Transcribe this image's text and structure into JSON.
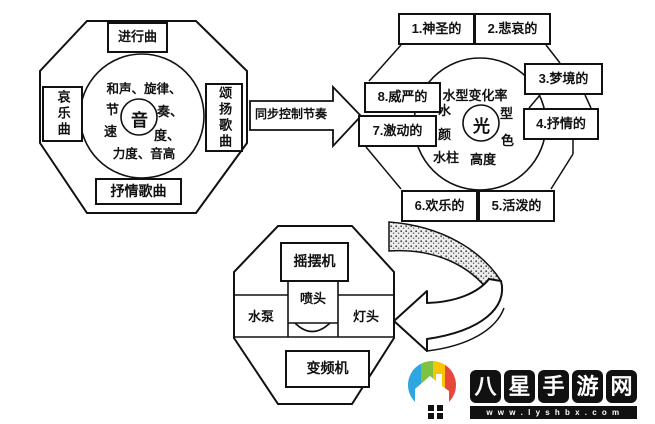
{
  "diagram": {
    "music_wheel": {
      "center_label": "音",
      "genre_top": "进行曲",
      "genre_left": "哀乐曲",
      "genre_right": "颂扬歌曲",
      "genre_bottom": "抒情歌曲",
      "attr_line1": "和声、旋律、",
      "attr_jie": "节",
      "attr_zou": "奏、",
      "attr_su": "速",
      "attr_du": "度、",
      "attr_line4": "力度、音高"
    },
    "sync_arrow_label": "同步控制节奏",
    "light_wheel": {
      "center_label": "光",
      "ring_top": "水型变化率",
      "ring_row2_left": "水",
      "ring_row2_right": "型",
      "ring_row3_left": "颜",
      "ring_row3_right": "色",
      "ring_bottom_left": "水柱",
      "ring_bottom_right": "高度",
      "moods": [
        "1.神圣的",
        "2.悲哀的",
        "3.梦境的",
        "4.抒情的",
        "5.活泼的",
        "6.欢乐的",
        "7.激动的",
        "8.威严的"
      ]
    },
    "device_unit": {
      "top": "摇摆机",
      "left": "水泵",
      "center": "喷头",
      "right": "灯头",
      "bottom": "变频机"
    }
  },
  "icons": {
    "sync_arrow": "block-arrow-right",
    "feedback_arrow": "curved-ribbon-arrow",
    "logo": "colorful-house-logo"
  },
  "watermark": {
    "site_name": "八星手游网",
    "site_chars": [
      "八",
      "星",
      "手",
      "游",
      "网"
    ],
    "domain": "w w w . l y s h b x . c o m",
    "colors": {
      "blue": "#2EA7E0",
      "green": "#7DC242",
      "yellow": "#F8C301",
      "red": "#E8483B",
      "black": "#111111"
    }
  }
}
